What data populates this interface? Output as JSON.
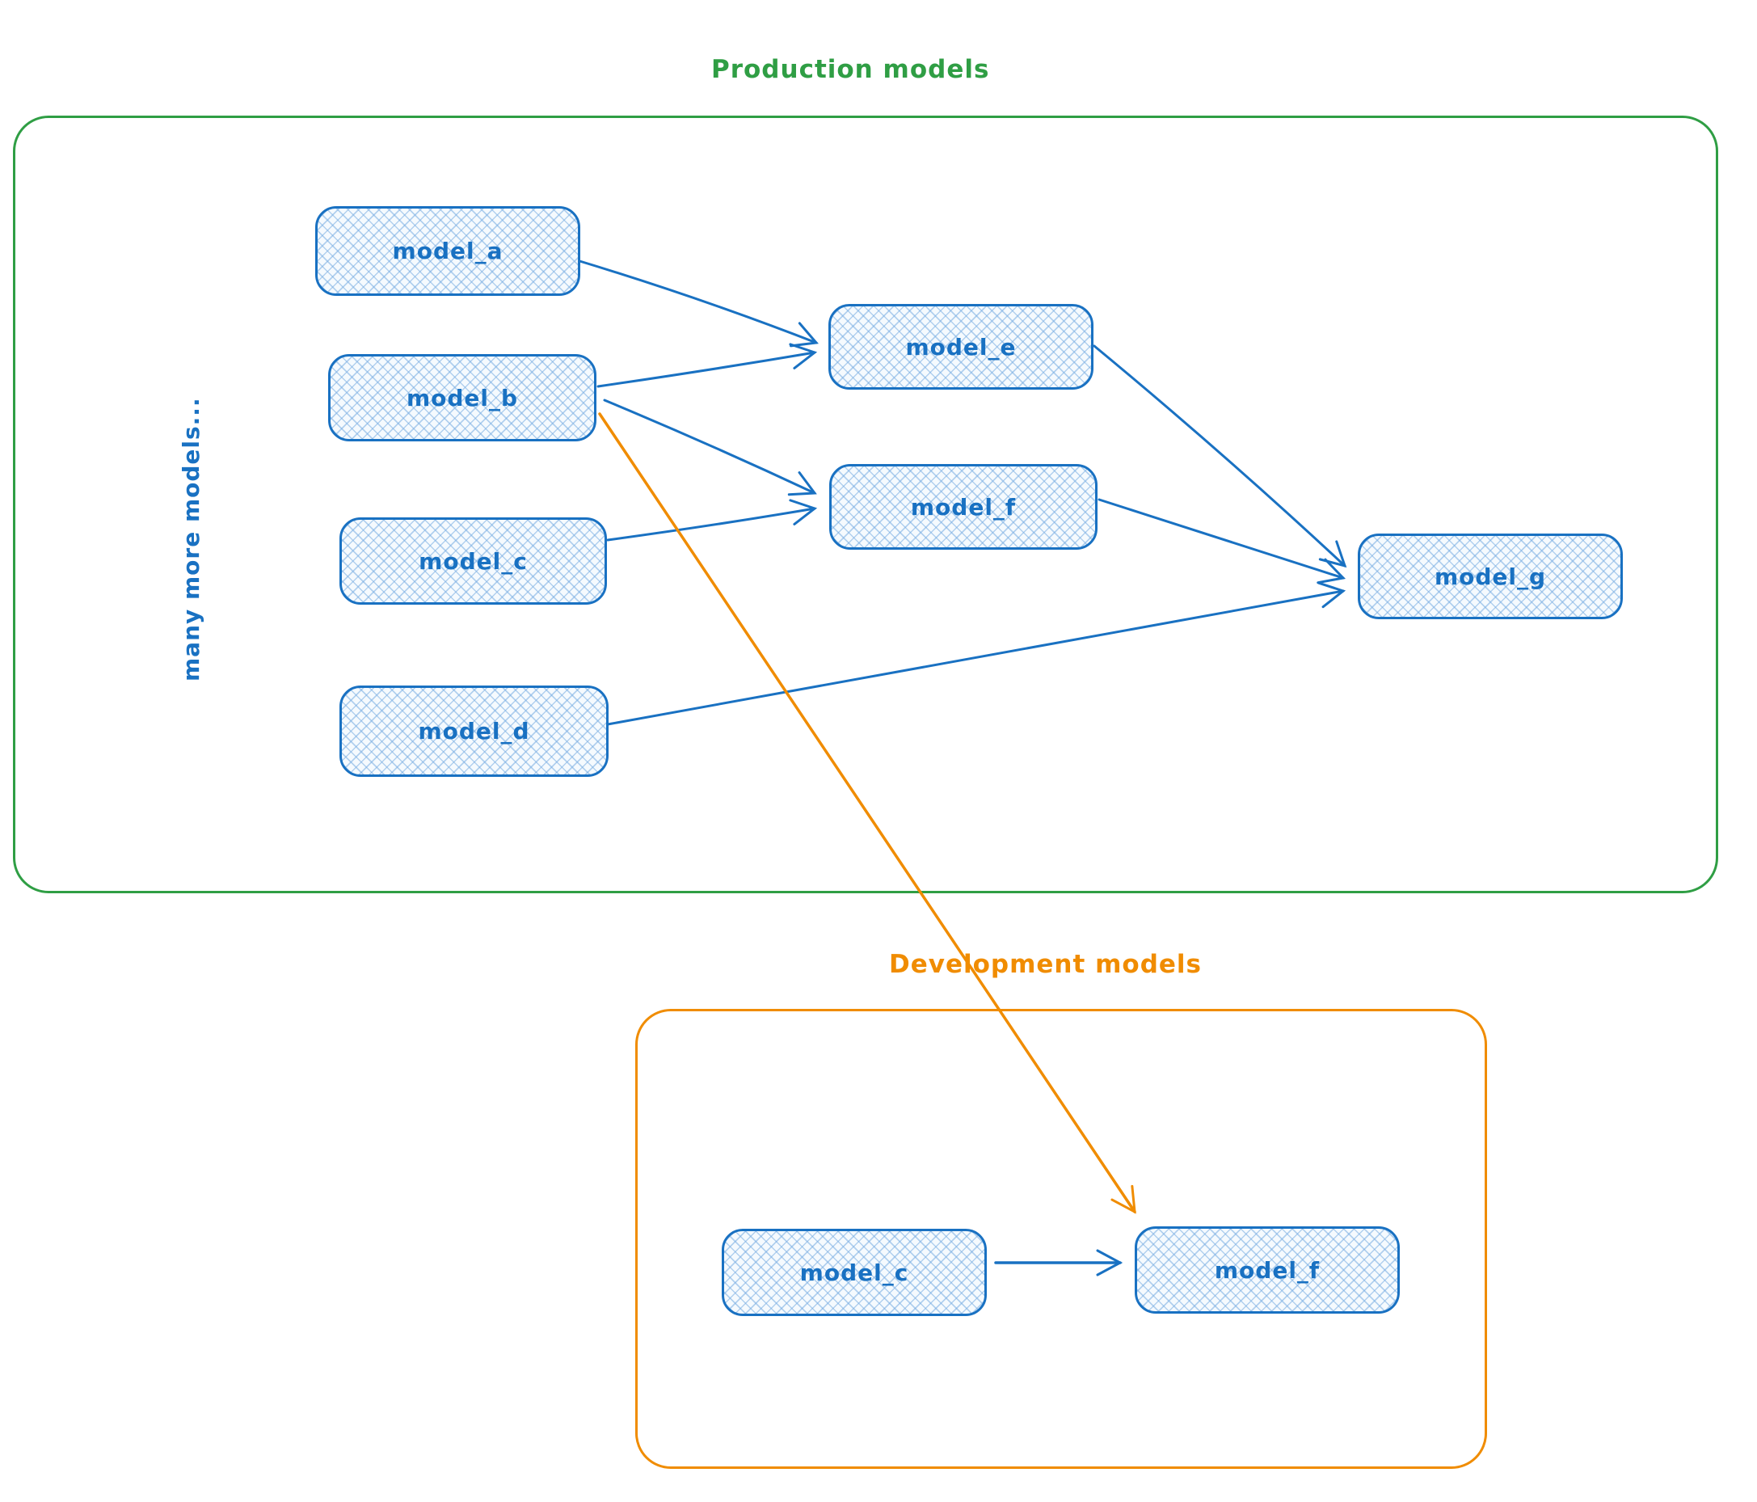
{
  "colors": {
    "blue": "#1971c2",
    "green": "#2f9e44",
    "orange": "#f08c00",
    "node_fill": "#f5fafe",
    "node_hatch": "#9cc3ea"
  },
  "production": {
    "title": "Production models",
    "side_label": "many more models...",
    "nodes": {
      "model_a": "model_a",
      "model_b": "model_b",
      "model_c": "model_c",
      "model_d": "model_d",
      "model_e": "model_e",
      "model_f": "model_f",
      "model_g": "model_g"
    }
  },
  "development": {
    "title": "Development models",
    "nodes": {
      "model_c": "model_c",
      "model_f": "model_f"
    }
  },
  "edges": [
    {
      "from": "production.model_a",
      "to": "production.model_e",
      "color": "#1971c2"
    },
    {
      "from": "production.model_b",
      "to": "production.model_e",
      "color": "#1971c2"
    },
    {
      "from": "production.model_b",
      "to": "production.model_f",
      "color": "#1971c2"
    },
    {
      "from": "production.model_c",
      "to": "production.model_f",
      "color": "#1971c2"
    },
    {
      "from": "production.model_e",
      "to": "production.model_g",
      "color": "#1971c2"
    },
    {
      "from": "production.model_f",
      "to": "production.model_g",
      "color": "#1971c2"
    },
    {
      "from": "production.model_d",
      "to": "production.model_g",
      "color": "#1971c2"
    },
    {
      "from": "production.model_b",
      "to": "development.model_f",
      "color": "#f08c00"
    },
    {
      "from": "development.model_c",
      "to": "development.model_f",
      "color": "#1971c2"
    }
  ]
}
